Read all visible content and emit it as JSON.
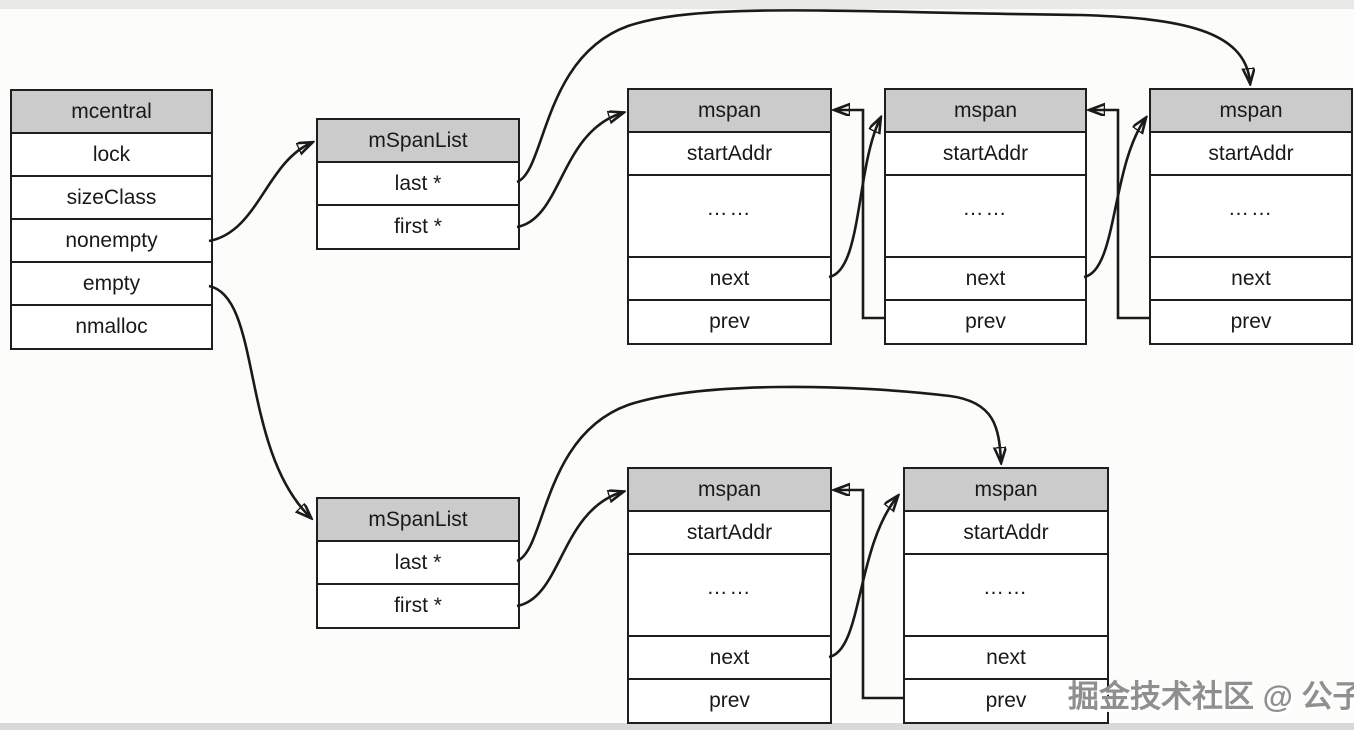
{
  "watermark": "掘金技术社区 @ 公子帅",
  "colors": {
    "header_fill": "#cbcbcb",
    "row_fill": "#ffffff",
    "border": "#1e1e1e",
    "background": "#fcfcfa",
    "top_band": "#e8e8e7",
    "bottom_band": "#d9d9d9",
    "watermark_text": "#8f8f8f"
  },
  "boxes": {
    "mcentral": {
      "title": "mcentral",
      "rows": [
        "lock",
        "sizeClass",
        "nonempty",
        "empty",
        "nmalloc"
      ]
    },
    "mspanlist_top": {
      "title": "mSpanList",
      "rows": [
        "last *",
        "first *"
      ]
    },
    "mspanlist_bottom": {
      "title": "mSpanList",
      "rows": [
        "last *",
        "first *"
      ]
    },
    "mspan_top_1": {
      "title": "mspan",
      "rows": [
        "startAddr",
        "……",
        "next",
        "prev"
      ]
    },
    "mspan_top_2": {
      "title": "mspan",
      "rows": [
        "startAddr",
        "……",
        "next",
        "prev"
      ]
    },
    "mspan_top_3": {
      "title": "mspan",
      "rows": [
        "startAddr",
        "……",
        "next",
        "prev"
      ]
    },
    "mspan_bottom_1": {
      "title": "mspan",
      "rows": [
        "startAddr",
        "……",
        "next",
        "prev"
      ]
    },
    "mspan_bottom_2": {
      "title": "mspan",
      "rows": [
        "startAddr",
        "……",
        "next",
        "prev"
      ]
    }
  },
  "edges": [
    {
      "from": "mcentral.nonempty",
      "to": "mspanlist-top"
    },
    {
      "from": "mcentral.empty",
      "to": "mspanlist-bottom"
    },
    {
      "from": "mspanlist-top.first*",
      "to": "mspan-top-1.header"
    },
    {
      "from": "mspanlist-top.last*",
      "to": "mspan-top-3.header"
    },
    {
      "from": "mspan-top-1.next",
      "to": "mspan-top-2.header"
    },
    {
      "from": "mspan-top-2.prev",
      "to": "mspan-top-1.header"
    },
    {
      "from": "mspan-top-2.next",
      "to": "mspan-top-3.header"
    },
    {
      "from": "mspan-top-3.prev",
      "to": "mspan-top-2.header"
    },
    {
      "from": "mspanlist-bottom.first*",
      "to": "mspan-bottom-1.header"
    },
    {
      "from": "mspanlist-bottom.last*",
      "to": "mspan-bottom-2.header"
    },
    {
      "from": "mspan-bottom-1.next",
      "to": "mspan-bottom-2.header"
    },
    {
      "from": "mspan-bottom-2.prev",
      "to": "mspan-bottom-1.header"
    }
  ]
}
